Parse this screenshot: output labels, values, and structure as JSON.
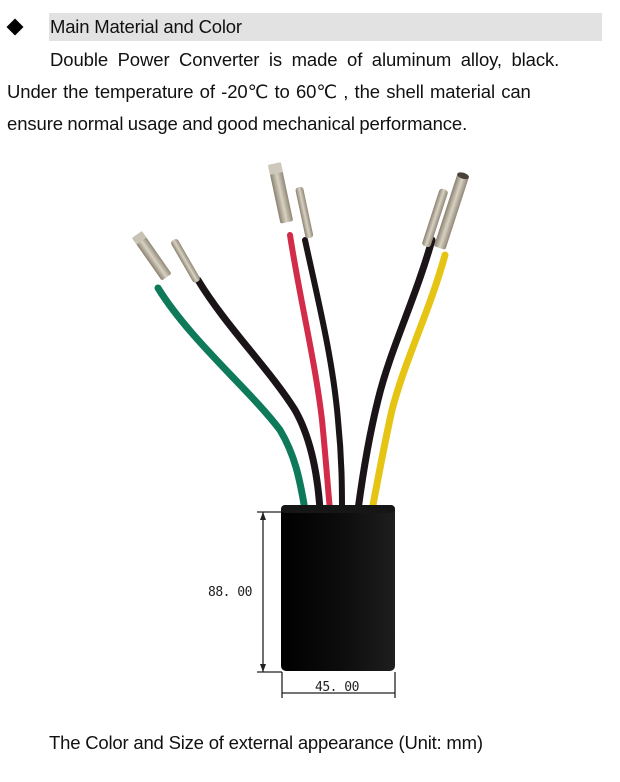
{
  "section": {
    "bullet_icon": "black-diamond",
    "heading": "Main Material and Color",
    "heading_bg": "#e2e2e2",
    "paragraph_lines": [
      "Double Power Converter is made of aluminum alloy, black.",
      "Under the temperature of -20℃  to 60℃  , the shell material can",
      "ensure normal usage and good mechanical performance."
    ]
  },
  "figure": {
    "description": "Black converter box with six wires (green, black, red, black, black, yellow) ending in bullet connectors",
    "wire_colors": [
      "#0e7a5a",
      "#1a1418",
      "#d22c4a",
      "#1a1418",
      "#1a1418",
      "#e6c414"
    ],
    "body_color": "#0a0a0a",
    "dimensions": {
      "height_label": "88. 00",
      "width_label": "45. 00"
    }
  },
  "caption": "The Color and Size of external appearance (Unit: mm)"
}
